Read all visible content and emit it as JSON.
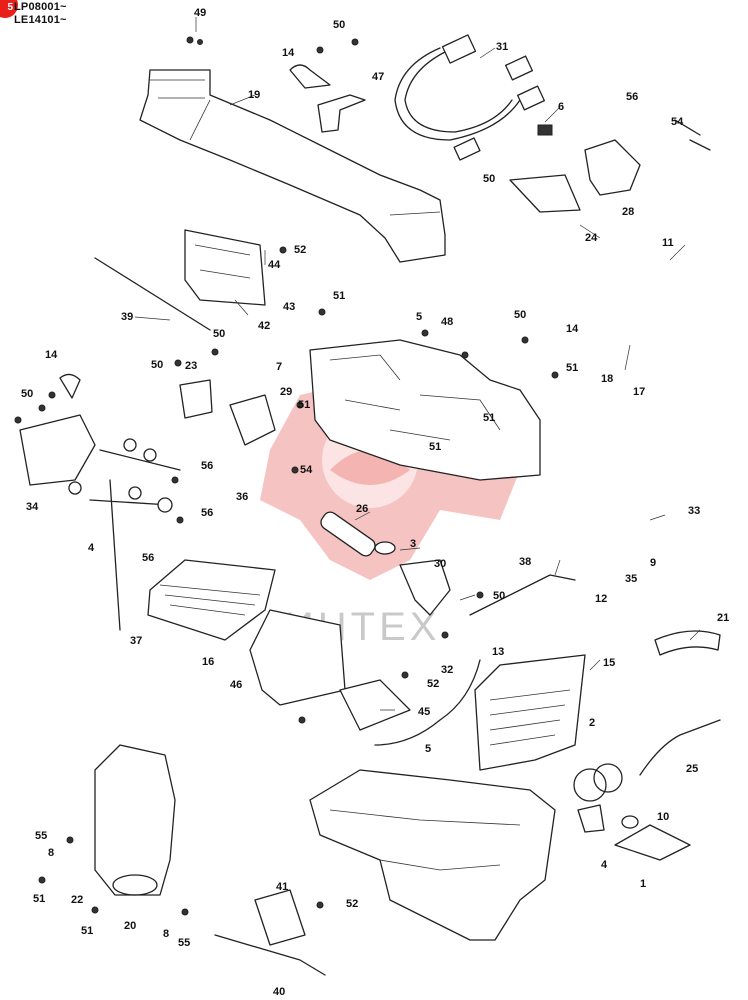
{
  "header": {
    "badge": "5",
    "serial_lines": [
      "LP08001~",
      "LE14101~"
    ]
  },
  "watermark": {
    "text": "ИНТЕХ"
  },
  "part_numbers": [
    "49",
    "50",
    "14",
    "47",
    "19",
    "31",
    "6",
    "56",
    "54",
    "50",
    "28",
    "24",
    "52",
    "44",
    "43",
    "42",
    "39",
    "51",
    "5",
    "48",
    "50",
    "14",
    "51",
    "11",
    "18",
    "17",
    "50",
    "23",
    "50",
    "14",
    "7",
    "29",
    "51",
    "51",
    "51",
    "50",
    "56",
    "54",
    "36",
    "34",
    "56",
    "4",
    "56",
    "26",
    "3",
    "30",
    "38",
    "50",
    "33",
    "9",
    "35",
    "12",
    "37",
    "16",
    "46",
    "32",
    "52",
    "13",
    "15",
    "45",
    "5",
    "2",
    "21",
    "25",
    "10",
    "4",
    "1",
    "55",
    "8",
    "51",
    "22",
    "20",
    "51",
    "8",
    "55",
    "41",
    "52",
    "40"
  ],
  "colors": {
    "ink": "#222222",
    "badge": "#e8201a",
    "watermark": "#e87a76"
  }
}
